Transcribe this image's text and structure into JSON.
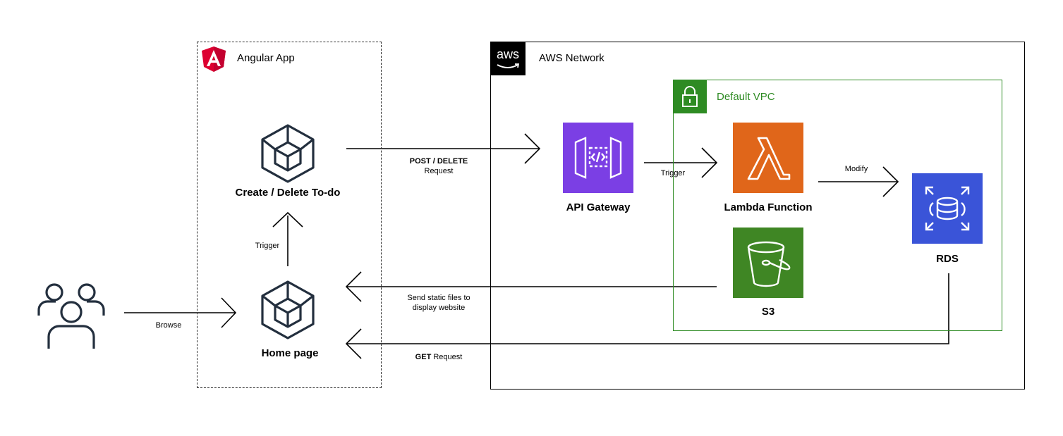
{
  "groups": {
    "angular_app": {
      "title": "Angular App"
    },
    "aws_network": {
      "title": "AWS Network",
      "logo_text": "aws"
    },
    "default_vpc": {
      "title": "Default VPC"
    }
  },
  "nodes": {
    "create_delete": {
      "label": "Create / Delete To-do",
      "icon": "module-cube-icon"
    },
    "home_page": {
      "label": "Home page",
      "icon": "module-cube-icon"
    },
    "users": {
      "icon": "users-icon"
    },
    "api_gateway": {
      "label": "API Gateway",
      "icon": "api-gateway-icon",
      "color": "#7b3fe4"
    },
    "lambda": {
      "label": "Lambda Function",
      "icon": "lambda-icon",
      "color": "#e0661a"
    },
    "s3": {
      "label": "S3",
      "icon": "s3-bucket-icon",
      "color": "#3f8624"
    },
    "rds": {
      "label": "RDS",
      "icon": "rds-icon",
      "color": "#3a54d8"
    }
  },
  "edges": {
    "browse": {
      "label": "Browse"
    },
    "trigger_home": {
      "label": "Trigger"
    },
    "post_delete": {
      "label_bold": "POST / DELETE",
      "label_rest": "Request"
    },
    "trigger_lambda": {
      "label": "Trigger"
    },
    "modify": {
      "label": "Modify"
    },
    "static_files": {
      "line1": "Send static files to",
      "line2": "display website"
    },
    "get_request": {
      "label_bold": "GET",
      "label_rest": " Request"
    }
  },
  "colors": {
    "angular_red": "#dd0031",
    "vpc_green": "#2e8b23",
    "api_purple": "#7b3fe4",
    "lambda_orange": "#e0661a",
    "s3_green": "#3f8624",
    "rds_blue": "#3a54d8"
  }
}
